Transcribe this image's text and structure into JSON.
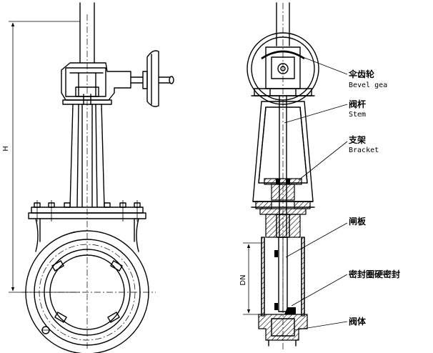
{
  "labels": {
    "bevel_gear": {
      "cn": "伞齿轮",
      "en": "Bevel gea"
    },
    "stem": {
      "cn": "阀杆",
      "en": "Stem"
    },
    "bracket": {
      "cn": "支架",
      "en": "Bracket"
    },
    "gate": {
      "cn": "闸板"
    },
    "seal": {
      "cn": "密封圈硬密封"
    },
    "body": {
      "cn": "阀体"
    }
  },
  "dimensions": {
    "height": "H",
    "nominal_diameter": "DN"
  }
}
